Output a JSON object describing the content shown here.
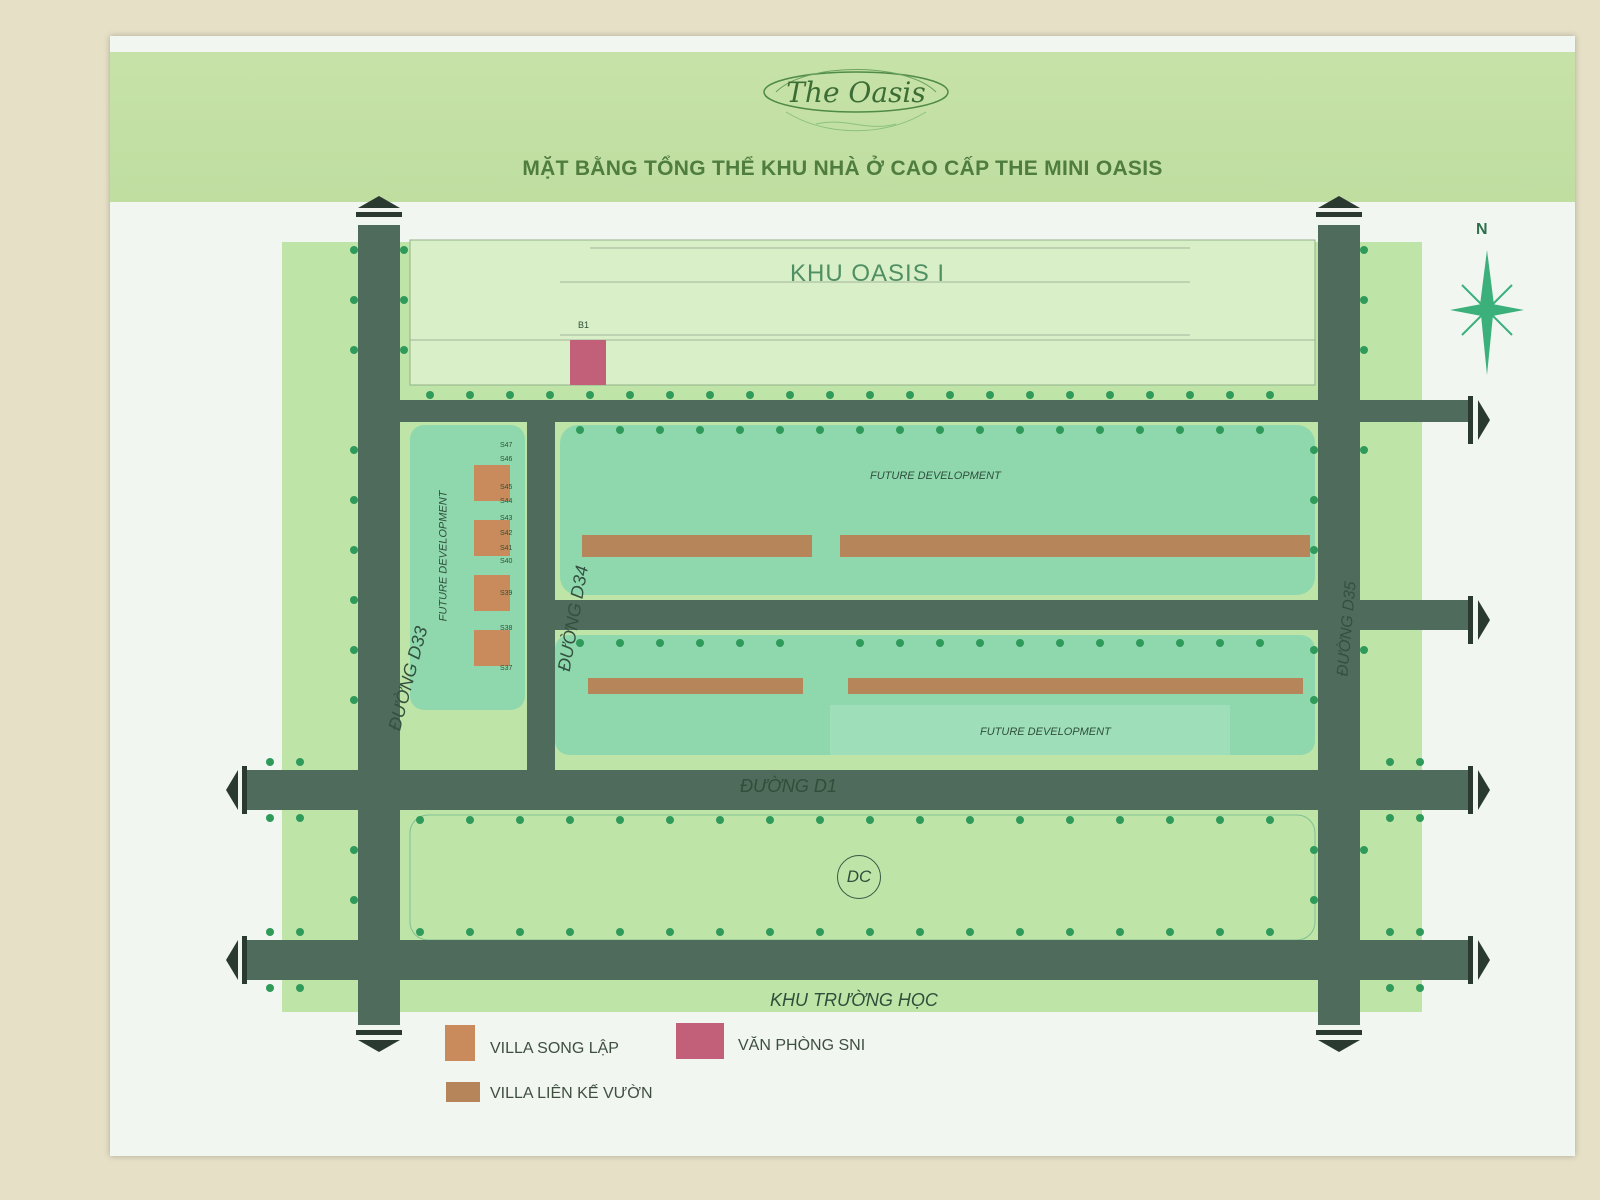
{
  "logo": {
    "text": "The Oasis"
  },
  "title": "MẶT BẰNG TỔNG THỂ KHU NHÀ Ở CAO CẤP THE MINI OASIS",
  "map": {
    "zone_name": "KHU OASIS I",
    "future_development": "FUTURE DEVELOPMENT",
    "streets": {
      "d33": "ĐƯỜNG D33",
      "d34": "ĐƯỜNG D34",
      "d35": "ĐƯỜNG D35",
      "d1": "ĐƯỜNG D1"
    },
    "zone_dc": "DC",
    "school_zone": "KHU TRƯỜNG HỌC",
    "north_label": "N",
    "plot_labels": [
      "B1",
      "S47",
      "S46",
      "S45",
      "S44",
      "S43",
      "S42",
      "S41",
      "S40",
      "S39",
      "S38",
      "S37"
    ]
  },
  "legend": [
    {
      "label": "VILLA SONG LẬP",
      "color": "#c98b5c"
    },
    {
      "label": "VĂN PHÒNG SNI",
      "color": "#c2607a"
    },
    {
      "label": "VILLA LIÊN KẾ VƯỜN",
      "color": "#b6865a"
    }
  ],
  "colors": {
    "board": "#f1f6f1",
    "header_band": "#c3e0a6",
    "site_green": "#bfe4a8",
    "block_green": "#8fd8ae",
    "road": "#4f6b5b",
    "tree": "#2f9a5a",
    "building": "#b6865a",
    "office": "#c2607a"
  }
}
